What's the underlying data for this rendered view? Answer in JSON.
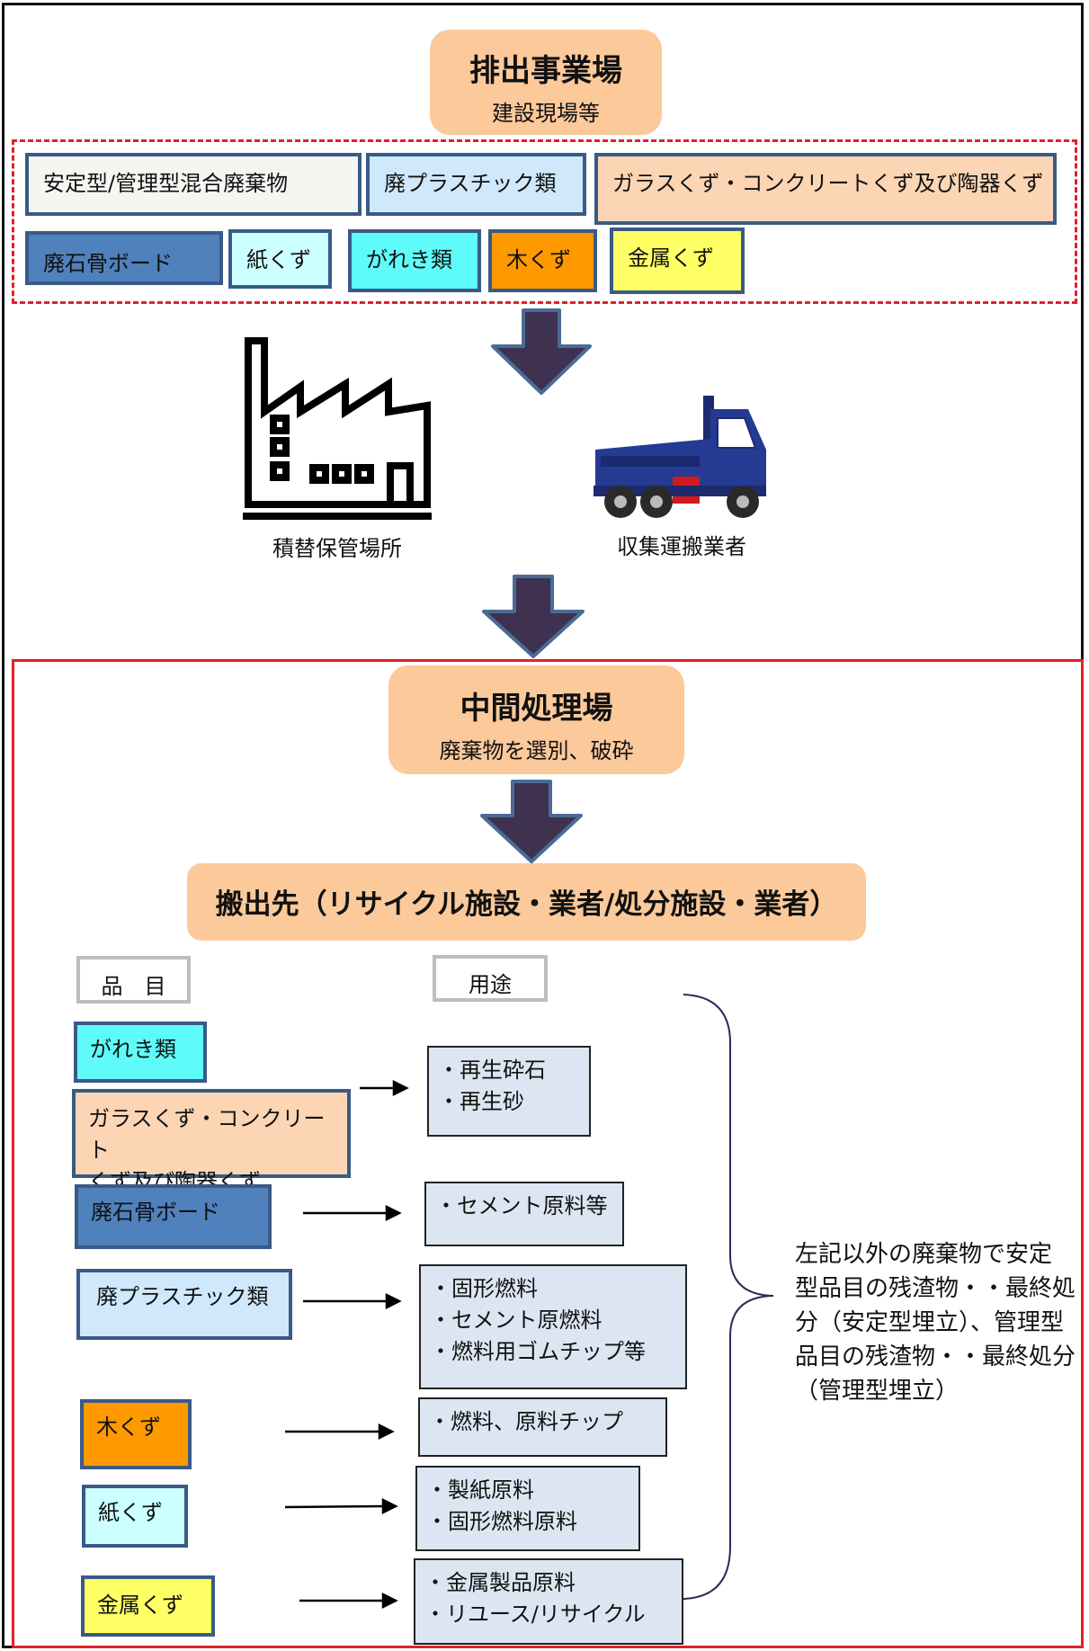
{
  "source": {
    "title": "排出事業場",
    "subtitle": "建設現場等"
  },
  "waste_types": [
    {
      "label": "安定型/管理型混合廃棄物",
      "color": "#f5f5f2"
    },
    {
      "label": "廃プラスチック類",
      "color": "#cfe8fb"
    },
    {
      "label": "ガラスくず・コンクリートくず及び陶器くず",
      "color": "#fcd5b4"
    },
    {
      "label": "廃石骨ボード",
      "color": "#4f81bd"
    },
    {
      "label": "紙くず",
      "color": "#ccffff"
    },
    {
      "label": "がれき類",
      "color": "#5ffbfb"
    },
    {
      "label": "木くず",
      "color": "#ff9900"
    },
    {
      "label": "金属くず",
      "color": "#ffff66"
    }
  ],
  "storage_label": "積替保管場所",
  "collector_label": "収集運搬業者",
  "intermediate": {
    "title": "中間処理場",
    "subtitle": "廃棄物を選別、破砕"
  },
  "destination_title": "搬出先（リサイクル施設・業者/処分施設・業者）",
  "headers": {
    "item": "品　目",
    "use": "用途"
  },
  "rows": [
    {
      "items": [
        "がれき類",
        "ガラスくず・コンクリート\nくず及び陶器くず"
      ],
      "uses": [
        "・再生砕石",
        "・再生砂"
      ]
    },
    {
      "items": [
        "廃石骨ボード"
      ],
      "uses": [
        "・セメント原料等"
      ]
    },
    {
      "items": [
        "廃プラスチック類"
      ],
      "uses": [
        "・固形燃料",
        "・セメント原燃料",
        "・燃料用ゴムチップ等"
      ]
    },
    {
      "items": [
        "木くず"
      ],
      "uses": [
        "・燃料、原料チップ"
      ]
    },
    {
      "items": [
        "紙くず"
      ],
      "uses": [
        "・製紙原料",
        "・固形燃料原料"
      ]
    },
    {
      "items": [
        "金属くず"
      ],
      "uses": [
        "・金属製品原料",
        "・リユース/リサイクル"
      ]
    }
  ],
  "note": "左記以外の廃棄物で安定\n型品目の残渣物・・最終処\n分（安定型埋立）、管理型\n品目の残渣物・・最終処分\n（管理型埋立）",
  "colors": {
    "arrow_fill": "#3f3150",
    "arrow_stroke": "#4a6b96",
    "border_red": "#e0202a",
    "item_border": "#3a5a86",
    "use_bg": "#dce6f2"
  }
}
